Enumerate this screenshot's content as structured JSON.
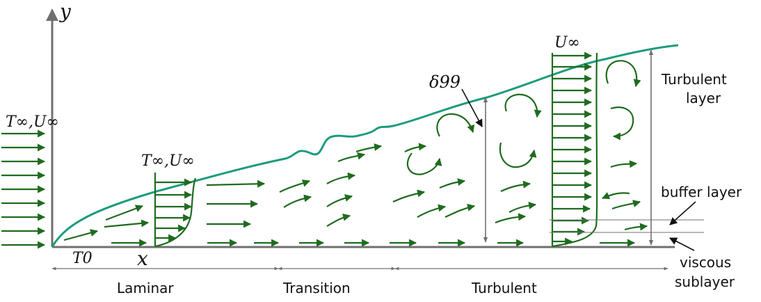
{
  "axes": {
    "y_label": "y",
    "x_label": "x"
  },
  "labels": {
    "inlet": "T∞,U∞",
    "profile_laminar": "T∞,U∞",
    "t0": "T0",
    "u_inf_top": "U∞",
    "delta": "δ99",
    "turbulent_layer_1": "Turbulent",
    "turbulent_layer_2": "layer",
    "buffer_layer": "buffer  layer",
    "viscous_1": "viscous",
    "viscous_2": "sublayer"
  },
  "regions": [
    "Laminar",
    "Transition",
    "Turbulent"
  ],
  "colors": {
    "flow_arrows": "#1f6b1f",
    "boundary_layer": "#1c9c7c",
    "axes": "#6f6f6f"
  }
}
